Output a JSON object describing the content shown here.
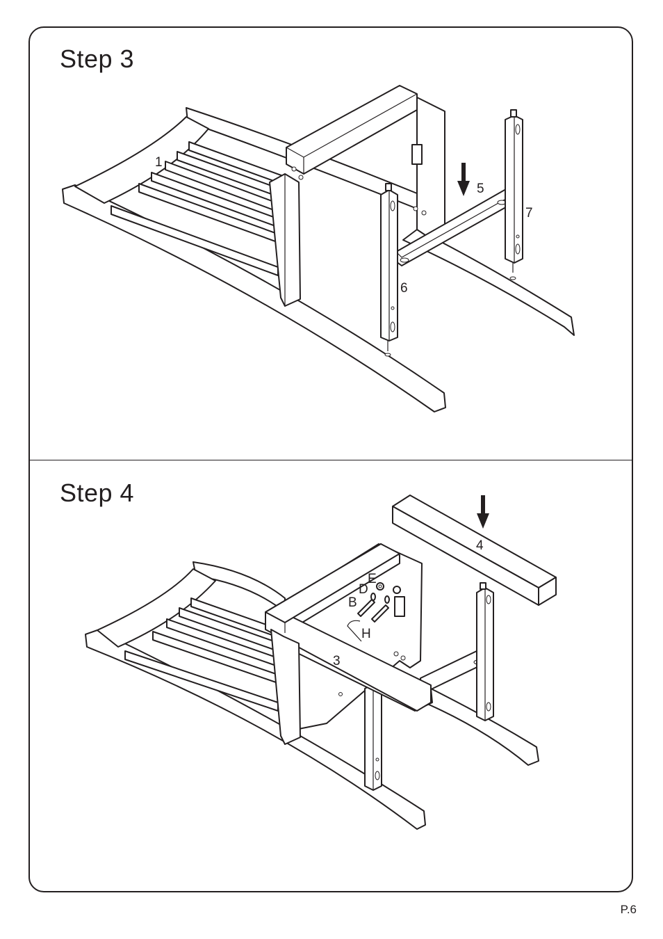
{
  "step3": {
    "title": "Step  3",
    "labels": {
      "part1": "1",
      "part5": "5",
      "part6": "6",
      "part7": "7"
    }
  },
  "step4": {
    "title": "Step  4",
    "labels": {
      "part3": "3",
      "part4": "4",
      "E": "E",
      "D": "D",
      "B": "B",
      "H": "H"
    }
  },
  "footer": {
    "page": "P.6"
  }
}
